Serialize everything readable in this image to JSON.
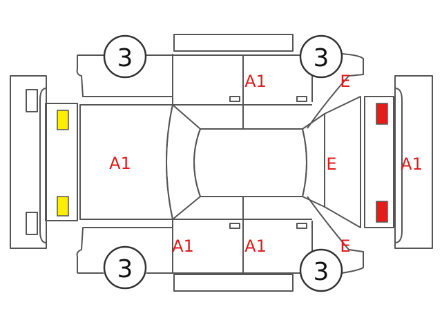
{
  "colors": {
    "outline": "#555555",
    "damage_code": "#e0191b",
    "front_lamp": "#ffee00",
    "rear_lamp": "#e81b1b"
  },
  "wheels": {
    "front_left": "3",
    "rear_left": "3",
    "front_right": "3",
    "rear_right": "3"
  },
  "codes": {
    "hood": "A1",
    "left_front_door": "A1",
    "left_rear_door": "A1",
    "right_front_door": "A1",
    "right_rear_door": "E",
    "rear_glass": "E",
    "rear_bumper": "A1",
    "right_rear_quarter": "E"
  }
}
